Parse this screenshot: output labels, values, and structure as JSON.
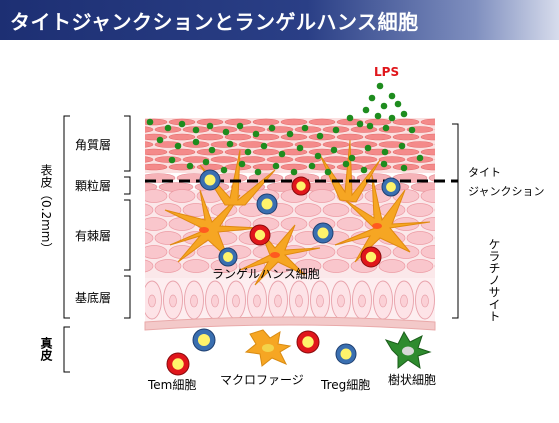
{
  "title": "タイトジャンクションとランゲルハンス細胞",
  "lps_label": "LPS",
  "epidermis_label": "表皮（0.2mm）",
  "dermis_label": "真皮",
  "layers": {
    "stratum_corneum": "角質層",
    "stratum_granulosum": "顆粒層",
    "stratum_spinosum": "有棘層",
    "stratum_basale": "基底層"
  },
  "tight_junction_label": [
    "タイト",
    "ジャンクション"
  ],
  "keratinocyte_label": "ケラチノサイト",
  "langerhans_label": "ランゲルハンス細胞",
  "legend": {
    "tem": "Tem細胞",
    "macrophage": "マクロファージ",
    "treg": "Treg細胞",
    "dendritic": "樹状細胞"
  },
  "colors": {
    "title_bg": "#1d2f73",
    "lps": "#1e8c1e",
    "corneum": "#f48a8a",
    "langerhans": "#f6a623",
    "tem": "#e0161b",
    "treg": "#3a6fb0"
  }
}
